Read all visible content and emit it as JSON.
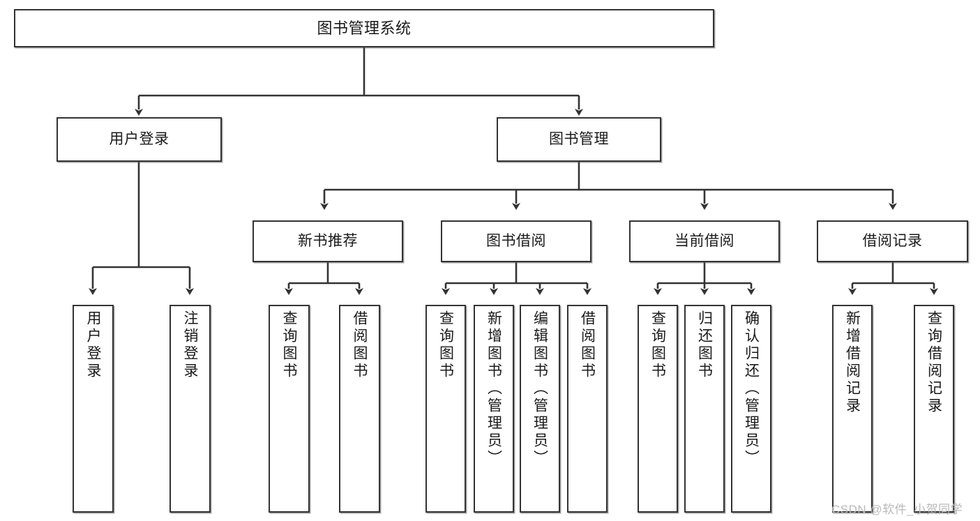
{
  "diagram": {
    "title_text": "图书管理系统",
    "type": "tree-diagram",
    "colors": {
      "box_border": "#333333",
      "box_fill": "#ffffff",
      "connector": "#333333",
      "text": "#1a1a1a",
      "watermark": "#b9b9b9"
    },
    "nodes": {
      "root": {
        "label": "图书管理系统"
      },
      "level2": [
        {
          "label": "用户登录"
        },
        {
          "label": "图书管理"
        }
      ],
      "level3": [
        {
          "label": "新书推荐"
        },
        {
          "label": "图书借阅"
        },
        {
          "label": "当前借阅"
        },
        {
          "label": "借阅记录"
        }
      ],
      "leaves_user_login": [
        {
          "label": "用户登录"
        },
        {
          "label": "注销登录"
        }
      ],
      "leaves_new_book": [
        {
          "label": "查询图书"
        },
        {
          "label": "借阅图书"
        }
      ],
      "leaves_borrow": [
        {
          "label": "查询图书"
        },
        {
          "label": "新增图书（管理员）"
        },
        {
          "label": "编辑图书（管理员）"
        },
        {
          "label": "借阅图书"
        }
      ],
      "leaves_current": [
        {
          "label": "查询图书"
        },
        {
          "label": "归还图书"
        },
        {
          "label": "确认归还（管理员）"
        }
      ],
      "leaves_records": [
        {
          "label": "新增借阅记录"
        },
        {
          "label": "查询借阅记录"
        }
      ]
    },
    "watermark": "CSDN @软件_小贺同学"
  }
}
